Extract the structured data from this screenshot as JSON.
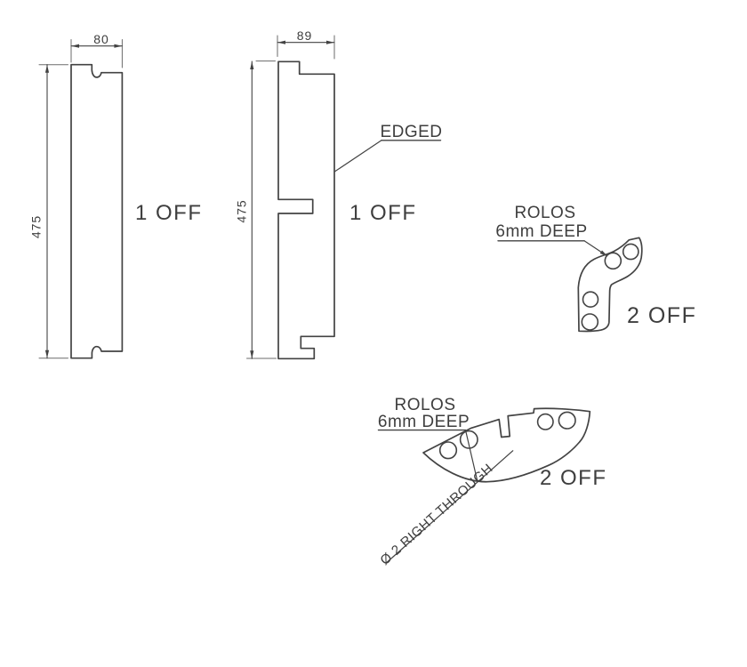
{
  "parts": {
    "left_board": {
      "width": "80",
      "height": "475",
      "qty": "1 OFF"
    },
    "edged_board": {
      "width": "89",
      "height": "475",
      "qty": "1 OFF",
      "edge_note": "EDGED"
    },
    "corner_bracket": {
      "note_line1": "ROLOS",
      "note_line2": "6mm DEEP",
      "qty": "2 OFF"
    },
    "shaped_rail": {
      "note_line1": "ROLOS",
      "note_line2": "6mm DEEP",
      "qty": "2 OFF",
      "hole_note": "Ø 2 RIGHT THROUGH"
    }
  },
  "colors": {
    "line": "#434343",
    "text": "#3e3e3e",
    "background": "#ffffff"
  }
}
